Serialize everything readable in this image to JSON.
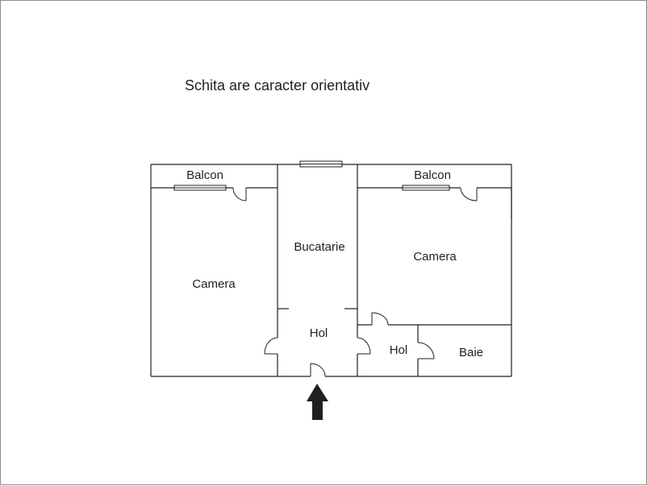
{
  "note": "Schita are caracter orientativ",
  "rooms": {
    "balcony_left": "Balcon",
    "balcony_right": "Balcon",
    "kitchen": "Bucatarie",
    "room_left": "Camera",
    "room_right": "Camera",
    "hall_main": "Hol",
    "hall_small": "Hol",
    "bathroom": "Baie"
  },
  "colors": {
    "ink": "#231f20",
    "frame": "#8c8c8c",
    "background": "#ffffff"
  },
  "icons": {
    "entrance": "up-arrow-icon"
  }
}
